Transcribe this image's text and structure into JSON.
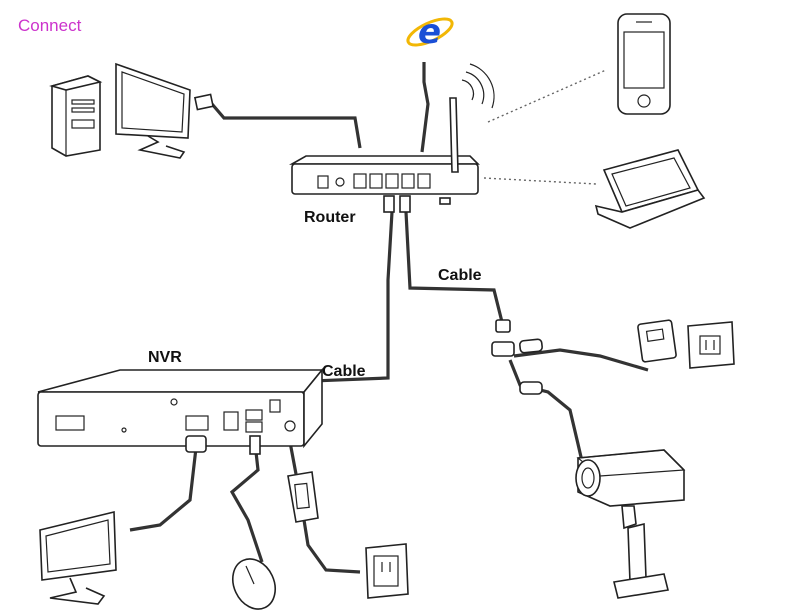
{
  "title": "Connect",
  "labels": {
    "router": "Router",
    "nvr": "NVR",
    "cable_nvr": "Cable",
    "cable_camera": "Cable"
  },
  "colors": {
    "title": "#cc33cc",
    "ie_blue": "#1a4fd6",
    "ie_ring": "#f2b705",
    "line": "#222222"
  },
  "icons": [
    "internet-explorer-icon",
    "wifi-signal-icon"
  ]
}
